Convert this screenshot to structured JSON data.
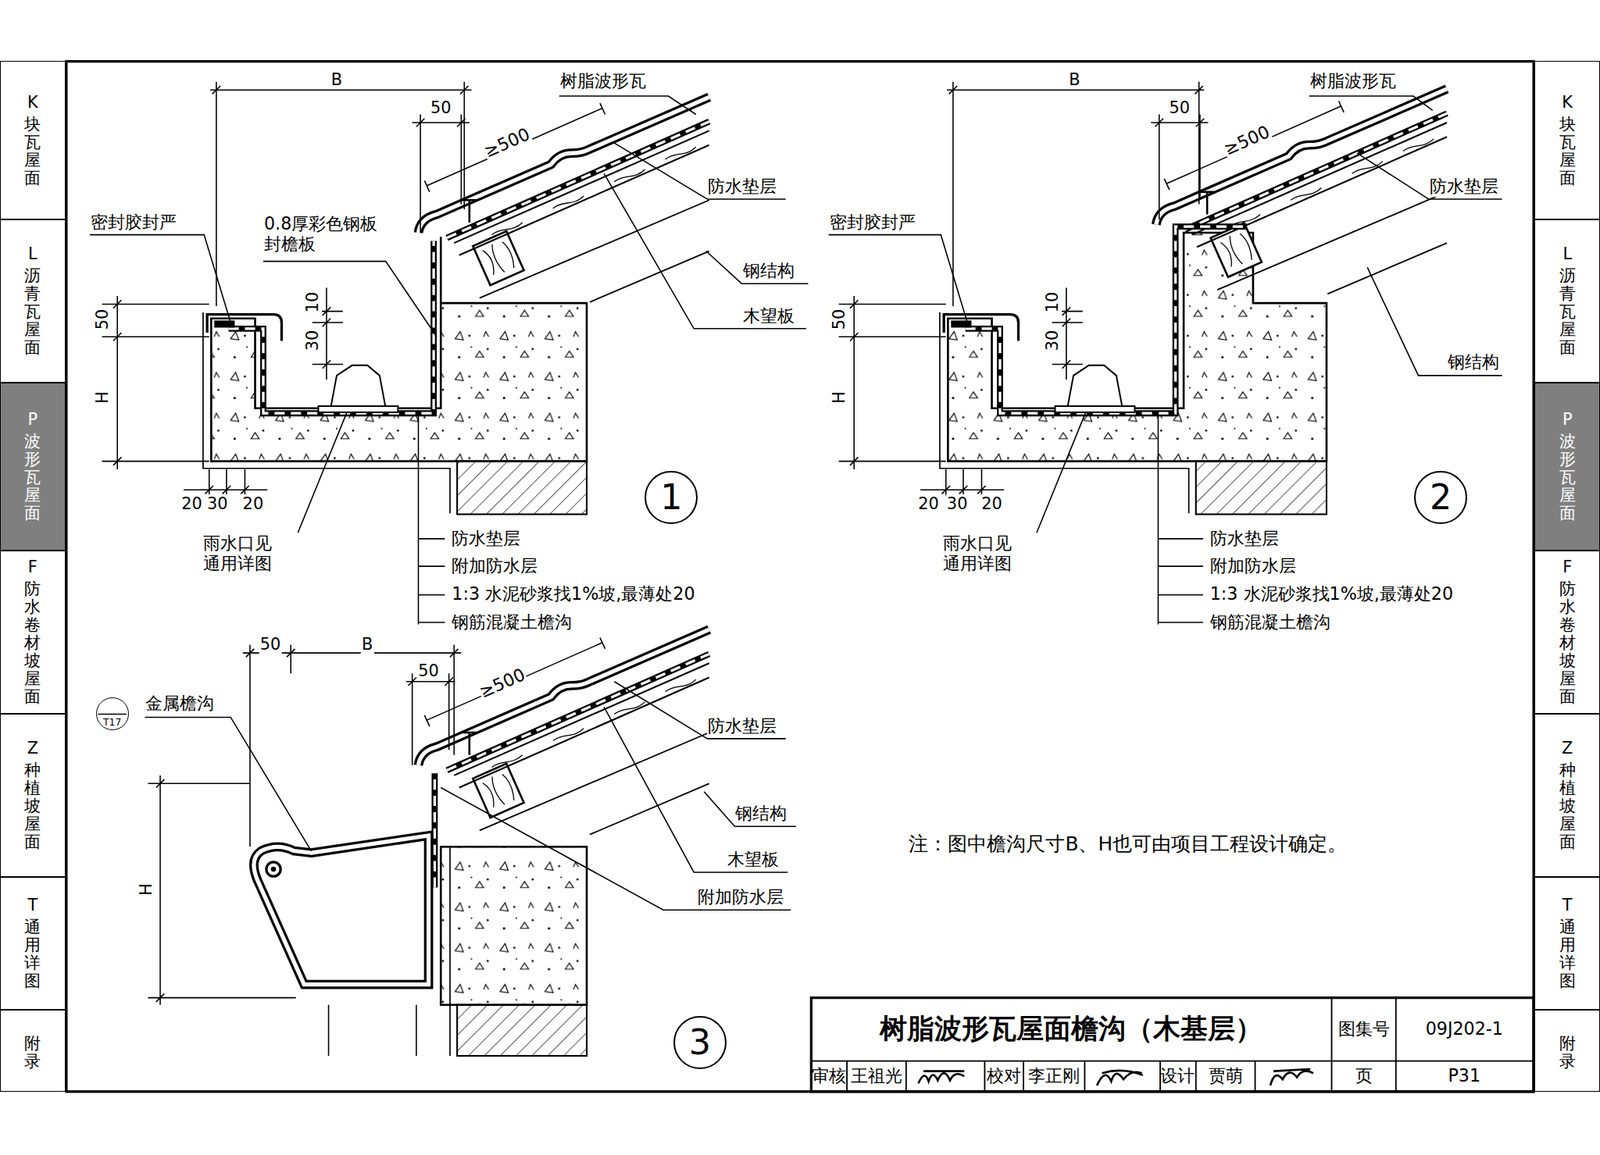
{
  "diagram": {
    "title": "树脂波形瓦屋面檐沟（木基层）",
    "nodes": [
      {
        "text": [
          "K",
          "块瓦屋面"
        ]
      },
      {
        "text": [
          "L",
          "沥青瓦屋面"
        ]
      },
      {
        "text": [
          "P",
          "波形瓦屋面"
        ]
      },
      {
        "text": [
          "F",
          "防水卷材坡屋面"
        ]
      },
      {
        "text": [
          "Z",
          "种植坡屋面"
        ]
      },
      {
        "text": [
          "T",
          "通用详图"
        ]
      },
      {
        "text": [
          "附录"
        ]
      },
      {
        "text": [
          "K",
          "块瓦屋面"
        ]
      },
      {
        "text": [
          "L",
          "沥青瓦屋面"
        ]
      },
      {
        "text": [
          "P",
          "波形瓦屋面"
        ]
      },
      {
        "text": [
          "F",
          "防水卷材坡屋面"
        ]
      },
      {
        "text": [
          "Z",
          "种植坡屋面"
        ]
      },
      {
        "text": [
          "T",
          "通用详图"
        ]
      },
      {
        "text": [
          "附录"
        ]
      },
      {
        "text": [
          "1"
        ]
      },
      {
        "text": [
          "2"
        ]
      },
      {
        "text": [
          "T17"
        ]
      },
      {
        "text": [
          "3"
        ]
      }
    ],
    "labels": [
      "B",
      "50",
      "树脂波形瓦",
      "≥500",
      "防水垫层",
      "密封胶封严",
      "0.8厚彩色钢板 封檐板",
      "钢结构",
      "木望板",
      "50",
      "10",
      "30",
      "H",
      "20",
      "30",
      "20",
      "雨水口见 通用详图",
      "防水垫层",
      "附加防水层",
      "1:3 水泥砂浆找1%坡,最薄处20",
      "钢筋混凝土檐沟",
      "B",
      "树脂波形瓦",
      "50",
      "≥500",
      "防水垫层",
      "密封胶封严",
      "钢结构",
      "50",
      "10",
      "30",
      "H",
      "20",
      "30",
      "20",
      "雨水口见 通用详图",
      "防水垫层",
      "附加防水层",
      "1:3 水泥砂浆找1%坡,最薄处20",
      "钢筋混凝土檐沟",
      "50",
      "B",
      "50",
      "≥500",
      "金属檐沟",
      "防水垫层",
      "钢结构",
      "木望板",
      "附加防水层",
      "H",
      "注：图中檐沟尺寸B、H也可由项目工程设计确定。",
      "图集号",
      "09J202-1",
      "审核",
      "王祖光",
      "校对",
      "李正刚",
      "设计",
      "贾萌",
      "页",
      "P31"
    ]
  }
}
